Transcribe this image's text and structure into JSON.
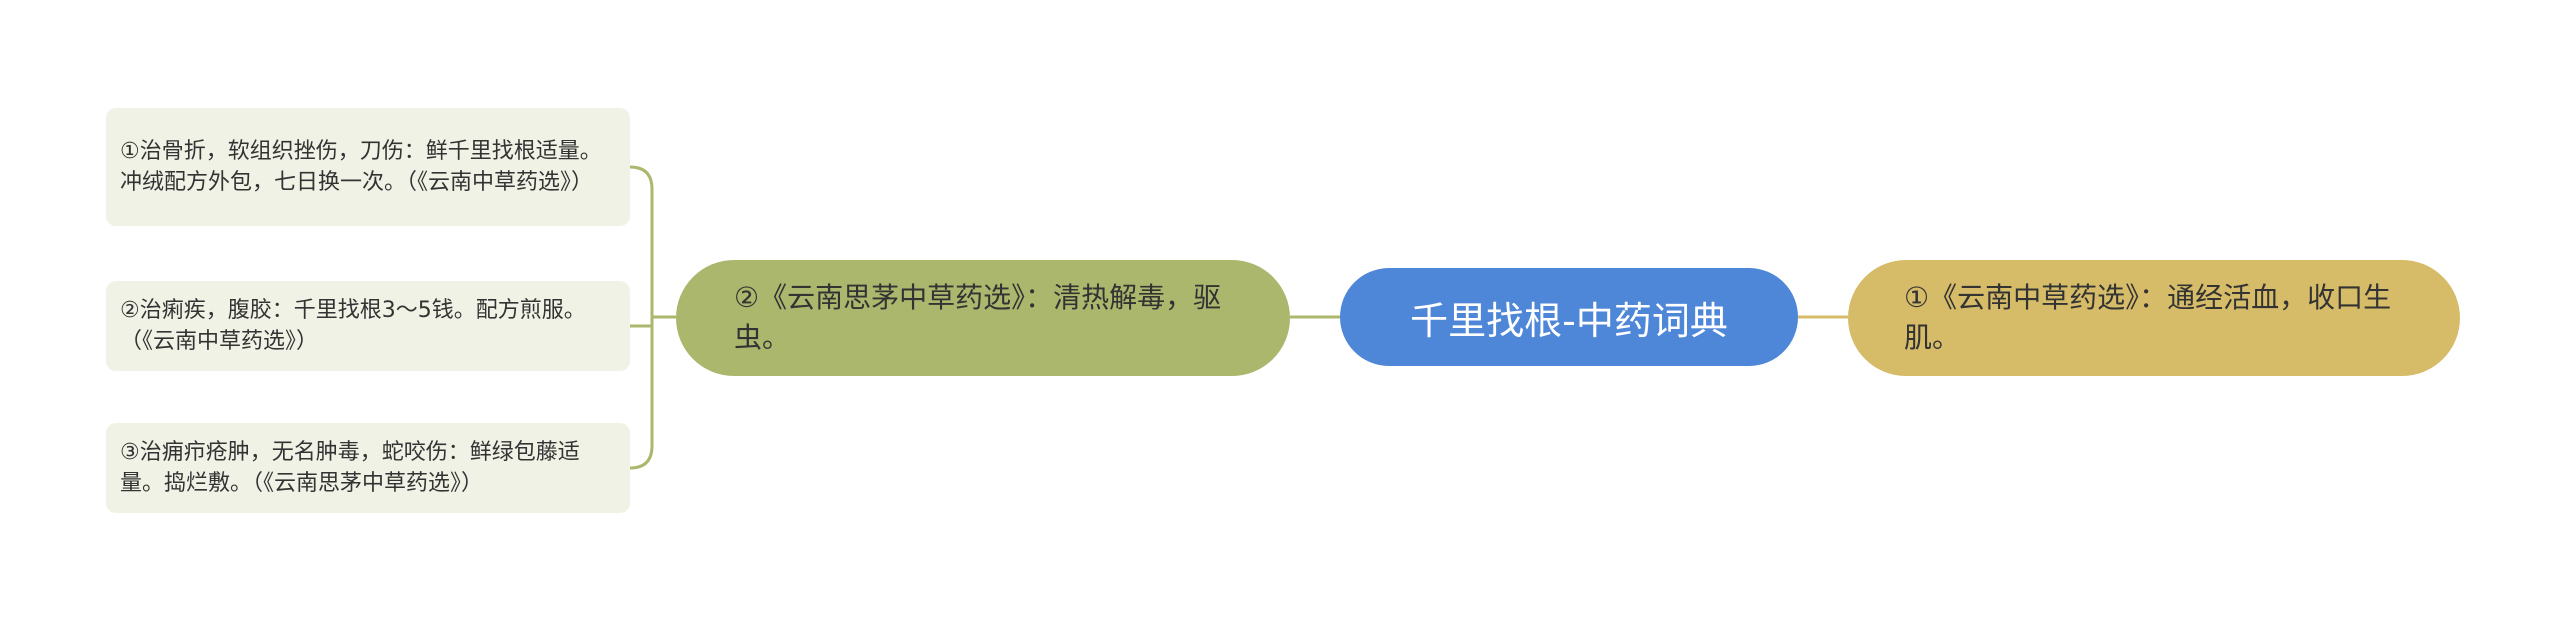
{
  "root": {
    "label": "千里找根-中药词典"
  },
  "right_branch": {
    "label": "①《云南中草药选》：通经活血，收口生肌。"
  },
  "left_branch": {
    "label": "②《云南思茅中草药选》：清热解毒，驱虫。",
    "children": [
      {
        "label": "①治骨折，软组织挫伤，刀伤：鲜千里找根适量。冲绒配方外包，七日换一次。（《云南中草药选》）"
      },
      {
        "label": "②治痢疾，腹胶：千里找根3～5钱。配方煎服。（《云南中草药选》）"
      },
      {
        "label": "③治痈疖疮肿，无名肿毒，蛇咬伤：鲜绿包藤适量。捣烂敷。（《云南思茅中草药选》）"
      }
    ]
  },
  "colors": {
    "root": "#4e86d8",
    "right_branch": "#d6bc69",
    "left_branch": "#acb76e",
    "leaf": "#f1f2e6",
    "connector_right": "#d6bc69",
    "connector_left": "#acb76e"
  }
}
